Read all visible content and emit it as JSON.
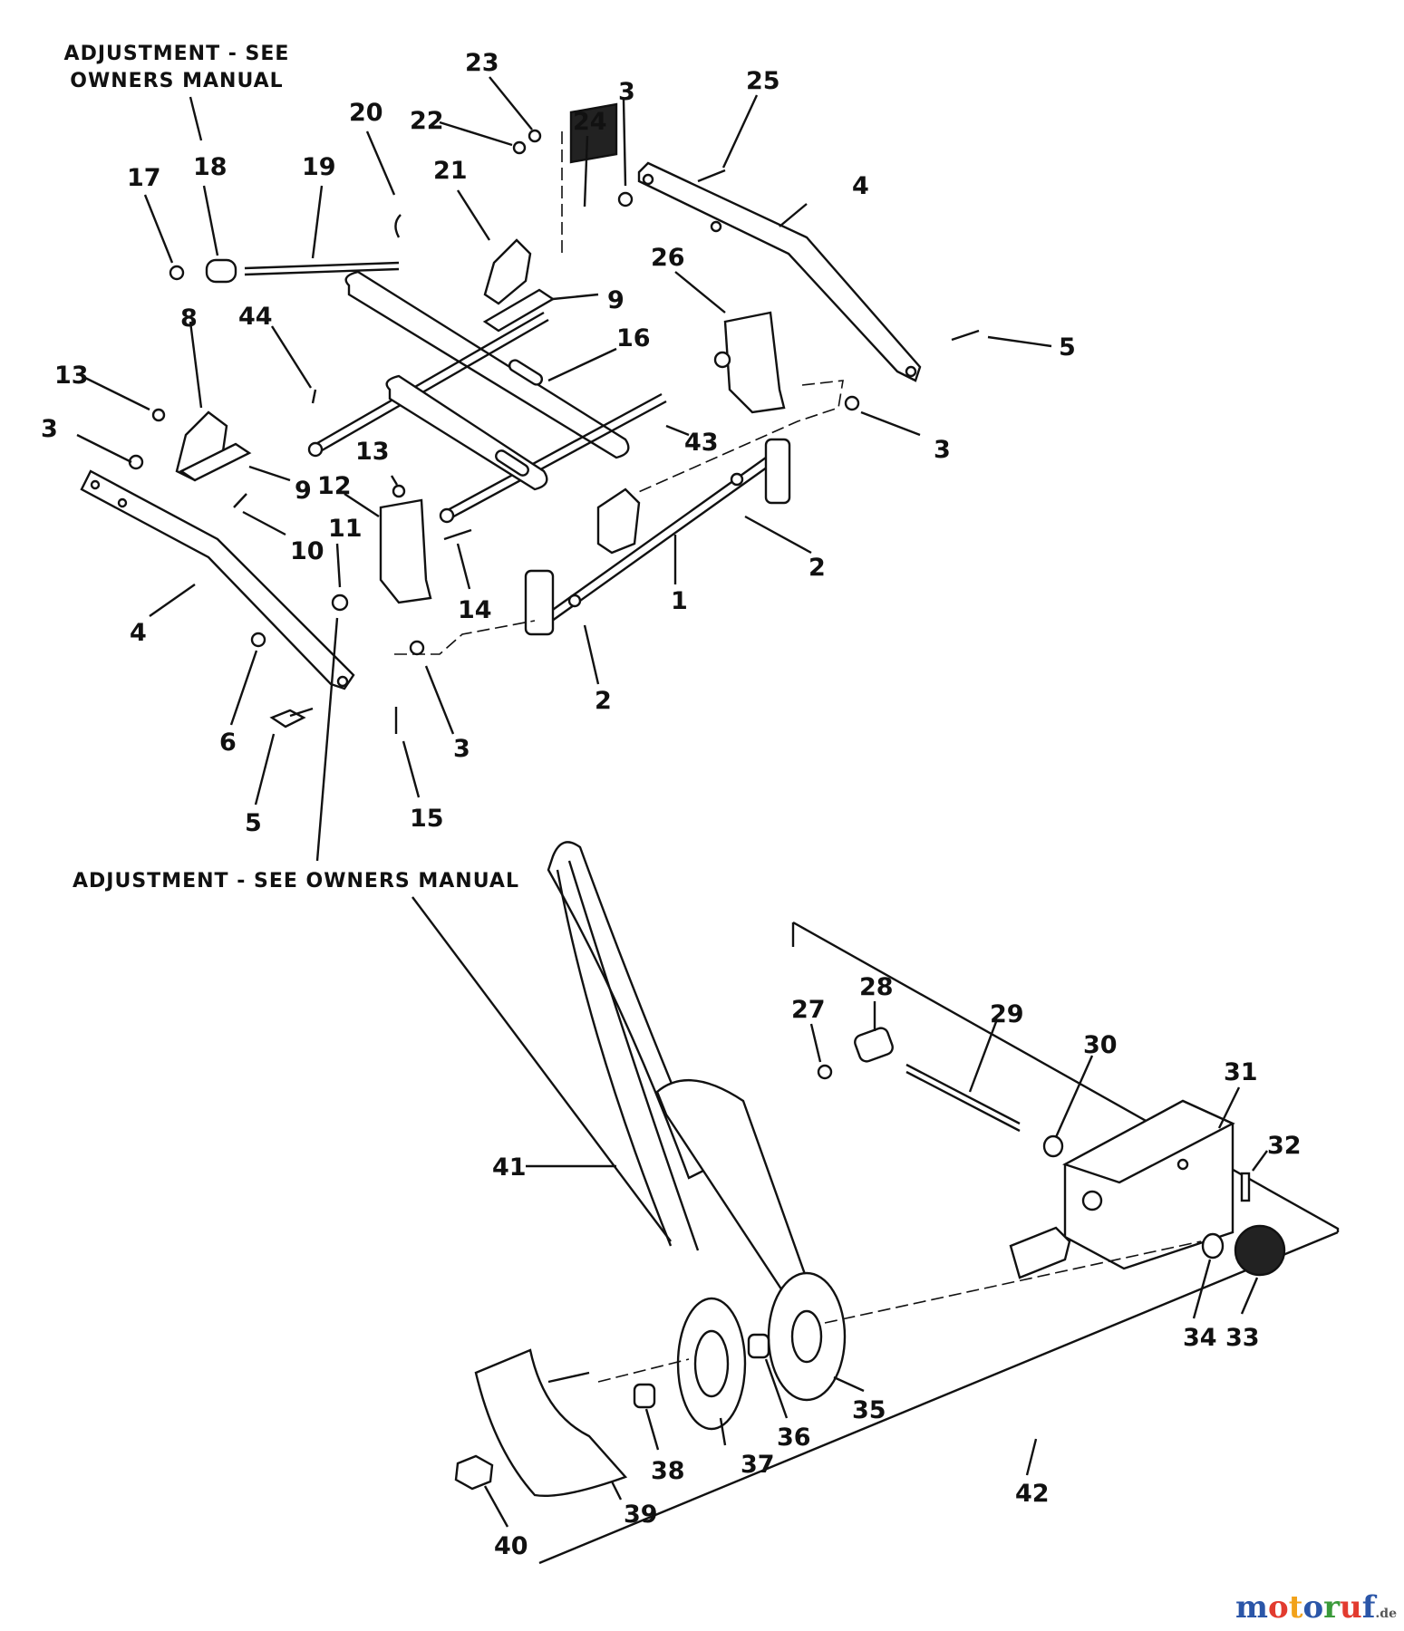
{
  "notes": {
    "top_line1": "ADJUSTMENT - SEE",
    "top_line2": "OWNERS MANUAL",
    "bottom": "ADJUSTMENT - SEE OWNERS MANUAL"
  },
  "watermark": {
    "letters": [
      "m",
      "o",
      "t",
      "o",
      "r",
      "u",
      "f"
    ],
    "colors": [
      "#2b56a8",
      "#e23b2f",
      "#f2a21a",
      "#2b56a8",
      "#3a9a3a",
      "#e23b2f",
      "#2b56a8"
    ],
    "domain": ".de"
  },
  "callouts": [
    {
      "id": "c1",
      "label": "1"
    },
    {
      "id": "c2a",
      "label": "2"
    },
    {
      "id": "c2b",
      "label": "2"
    },
    {
      "id": "c3a",
      "label": "3"
    },
    {
      "id": "c3b",
      "label": "3"
    },
    {
      "id": "c3c",
      "label": "3"
    },
    {
      "id": "c3d",
      "label": "3"
    },
    {
      "id": "c4a",
      "label": "4"
    },
    {
      "id": "c4b",
      "label": "4"
    },
    {
      "id": "c5a",
      "label": "5"
    },
    {
      "id": "c5b",
      "label": "5"
    },
    {
      "id": "c6",
      "label": "6"
    },
    {
      "id": "c8",
      "label": "8"
    },
    {
      "id": "c9a",
      "label": "9"
    },
    {
      "id": "c9b",
      "label": "9"
    },
    {
      "id": "c10",
      "label": "10"
    },
    {
      "id": "c11",
      "label": "11"
    },
    {
      "id": "c12",
      "label": "12"
    },
    {
      "id": "c13a",
      "label": "13"
    },
    {
      "id": "c13b",
      "label": "13"
    },
    {
      "id": "c14",
      "label": "14"
    },
    {
      "id": "c15",
      "label": "15"
    },
    {
      "id": "c16",
      "label": "16"
    },
    {
      "id": "c17",
      "label": "17"
    },
    {
      "id": "c18",
      "label": "18"
    },
    {
      "id": "c19",
      "label": "19"
    },
    {
      "id": "c20",
      "label": "20"
    },
    {
      "id": "c21",
      "label": "21"
    },
    {
      "id": "c22",
      "label": "22"
    },
    {
      "id": "c23",
      "label": "23"
    },
    {
      "id": "c24",
      "label": "24"
    },
    {
      "id": "c25",
      "label": "25"
    },
    {
      "id": "c26",
      "label": "26"
    },
    {
      "id": "c27",
      "label": "27"
    },
    {
      "id": "c28",
      "label": "28"
    },
    {
      "id": "c29",
      "label": "29"
    },
    {
      "id": "c30",
      "label": "30"
    },
    {
      "id": "c31",
      "label": "31"
    },
    {
      "id": "c32",
      "label": "32"
    },
    {
      "id": "c33",
      "label": "33"
    },
    {
      "id": "c34",
      "label": "34"
    },
    {
      "id": "c35",
      "label": "35"
    },
    {
      "id": "c36",
      "label": "36"
    },
    {
      "id": "c37",
      "label": "37"
    },
    {
      "id": "c38",
      "label": "38"
    },
    {
      "id": "c39",
      "label": "39"
    },
    {
      "id": "c40",
      "label": "40"
    },
    {
      "id": "c41",
      "label": "41"
    },
    {
      "id": "c42",
      "label": "42"
    },
    {
      "id": "c43",
      "label": "43"
    },
    {
      "id": "c44",
      "label": "44"
    }
  ]
}
